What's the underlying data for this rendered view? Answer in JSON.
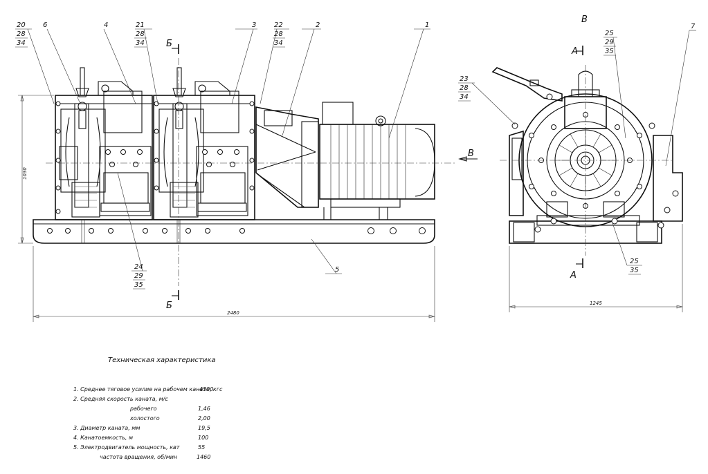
{
  "view_labels": {
    "view_v": "В",
    "section_a_top": "А",
    "section_a_bottom": "А",
    "section_b_top": "Б",
    "section_b_bottom": "Б",
    "arrow_v": "В"
  },
  "callouts": {
    "c20": [
      "20",
      "28",
      "34"
    ],
    "c6": "6",
    "c4": "4",
    "c21": [
      "21",
      "28",
      "34"
    ],
    "c3": "3",
    "c22": [
      "22",
      "28",
      "34"
    ],
    "c2": "2",
    "c1": "1",
    "c24": [
      "24",
      "29",
      "35"
    ],
    "c5": "5",
    "c23": [
      "23",
      "28",
      "34"
    ],
    "c25a": [
      "25",
      "29",
      "35"
    ],
    "c7": "7",
    "c25b": [
      "25",
      "35"
    ]
  },
  "dimensions": {
    "length": "2480",
    "height": "1030",
    "width": "1245"
  },
  "specs": {
    "title": "Техническая характеристика",
    "rows": [
      {
        "label": "1. Среднее тяговое усилие на рабочем канате, кгс",
        "value": "4500"
      },
      {
        "label": "2. Средняя скорость каната, м/с",
        "value": ""
      },
      {
        "label": "рабочего",
        "value": "1,46"
      },
      {
        "label": "холостого",
        "value": "2,00"
      },
      {
        "label": "3. Диаметр каната, мм",
        "value": "19,5"
      },
      {
        "label": "4. Канатоемкость, м",
        "value": "100"
      },
      {
        "label": "5. Электродвигатель мощность, квт",
        "value": "55"
      },
      {
        "label": "частота вращения, об/мин",
        "value": "1460"
      }
    ]
  }
}
